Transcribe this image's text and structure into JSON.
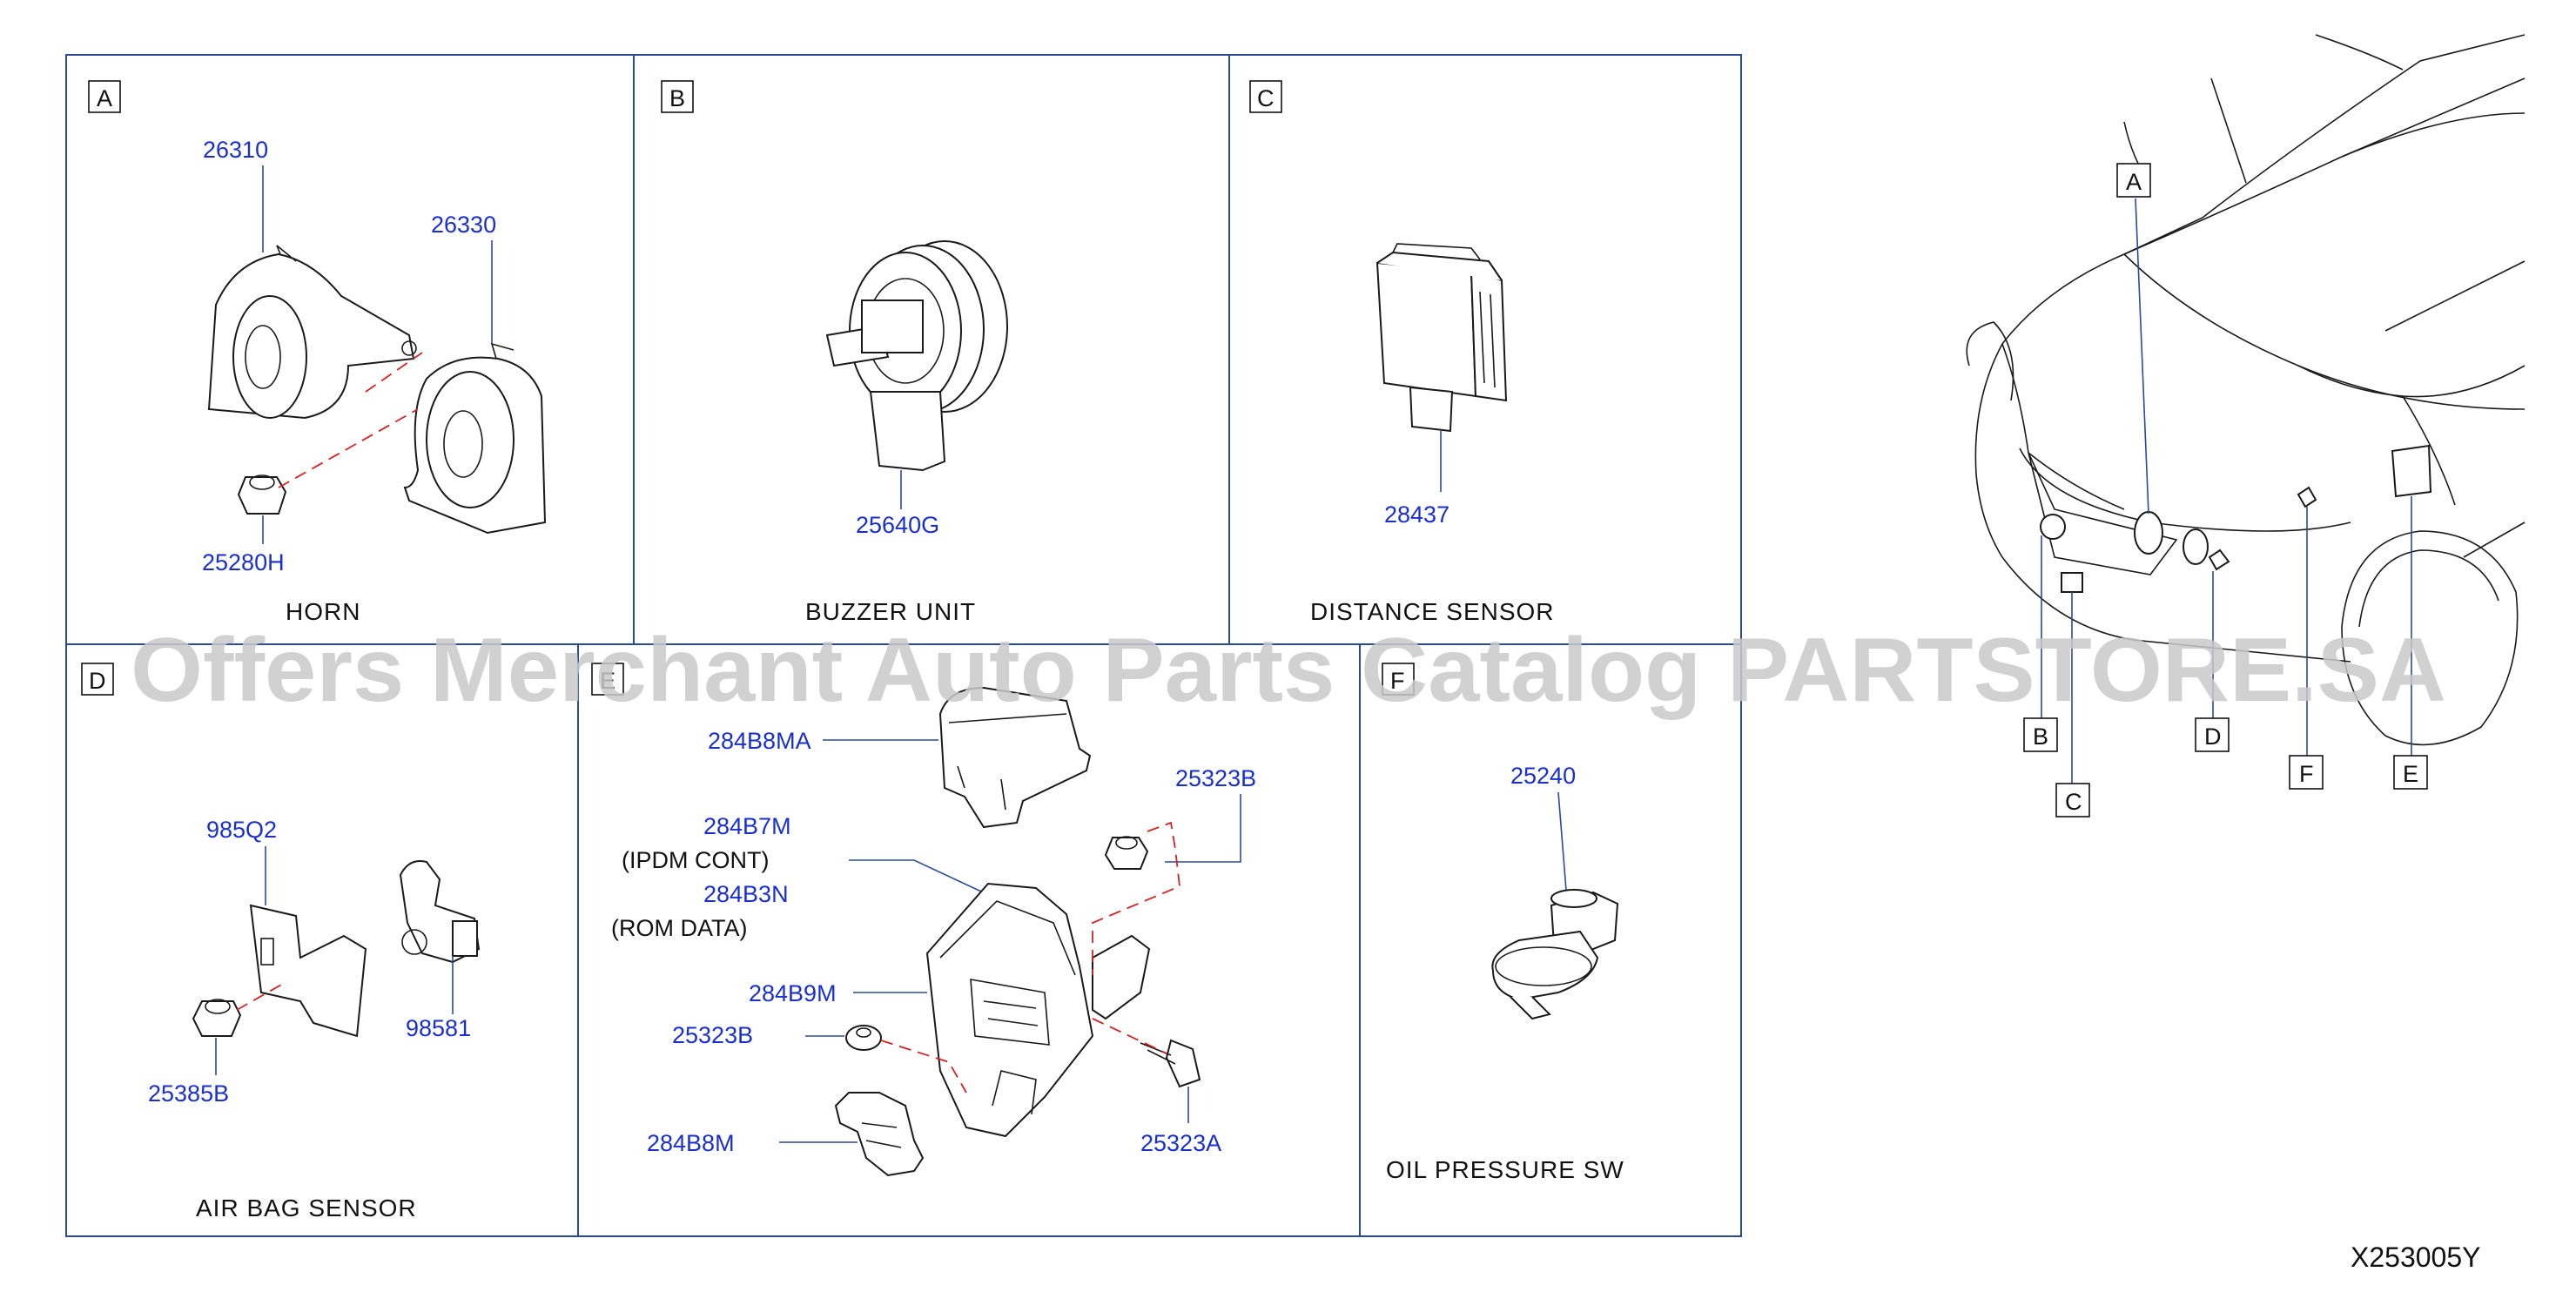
{
  "panels": {
    "a": {
      "tag": "A",
      "caption": "HORN",
      "parts": [
        "26310",
        "26330",
        "25280H"
      ]
    },
    "b": {
      "tag": "B",
      "caption": "BUZZER   UNIT",
      "parts": [
        "25640G"
      ]
    },
    "c": {
      "tag": "C",
      "caption": "DISTANCE   SENSOR",
      "parts": [
        "28437"
      ]
    },
    "d": {
      "tag": "D",
      "caption": "AIR   BAG   SENSOR",
      "parts": [
        "985Q2",
        "98581",
        "25385B"
      ]
    },
    "e": {
      "tag": "E",
      "parts": [
        "284B8MA",
        "25323B",
        "284B7M",
        "(IPDM   CONT)",
        "284B3N",
        "(ROM   DATA)",
        "284B9M",
        "25323B",
        "284B8M",
        "25323A"
      ]
    },
    "f": {
      "tag": "F",
      "caption": "OIL   PRESSURE   SW",
      "parts": [
        "25240"
      ]
    }
  },
  "locator": {
    "labels": [
      "A",
      "B",
      "C",
      "D",
      "F",
      "E"
    ]
  },
  "diagram_code": "X253005Y",
  "watermark": "Offers Merchant Auto Parts Catalog PARTSTORE.SA",
  "colors": {
    "frame": "#2a4a9a",
    "part_number": "#1a2fd0",
    "dashed_link": "#d62222"
  }
}
